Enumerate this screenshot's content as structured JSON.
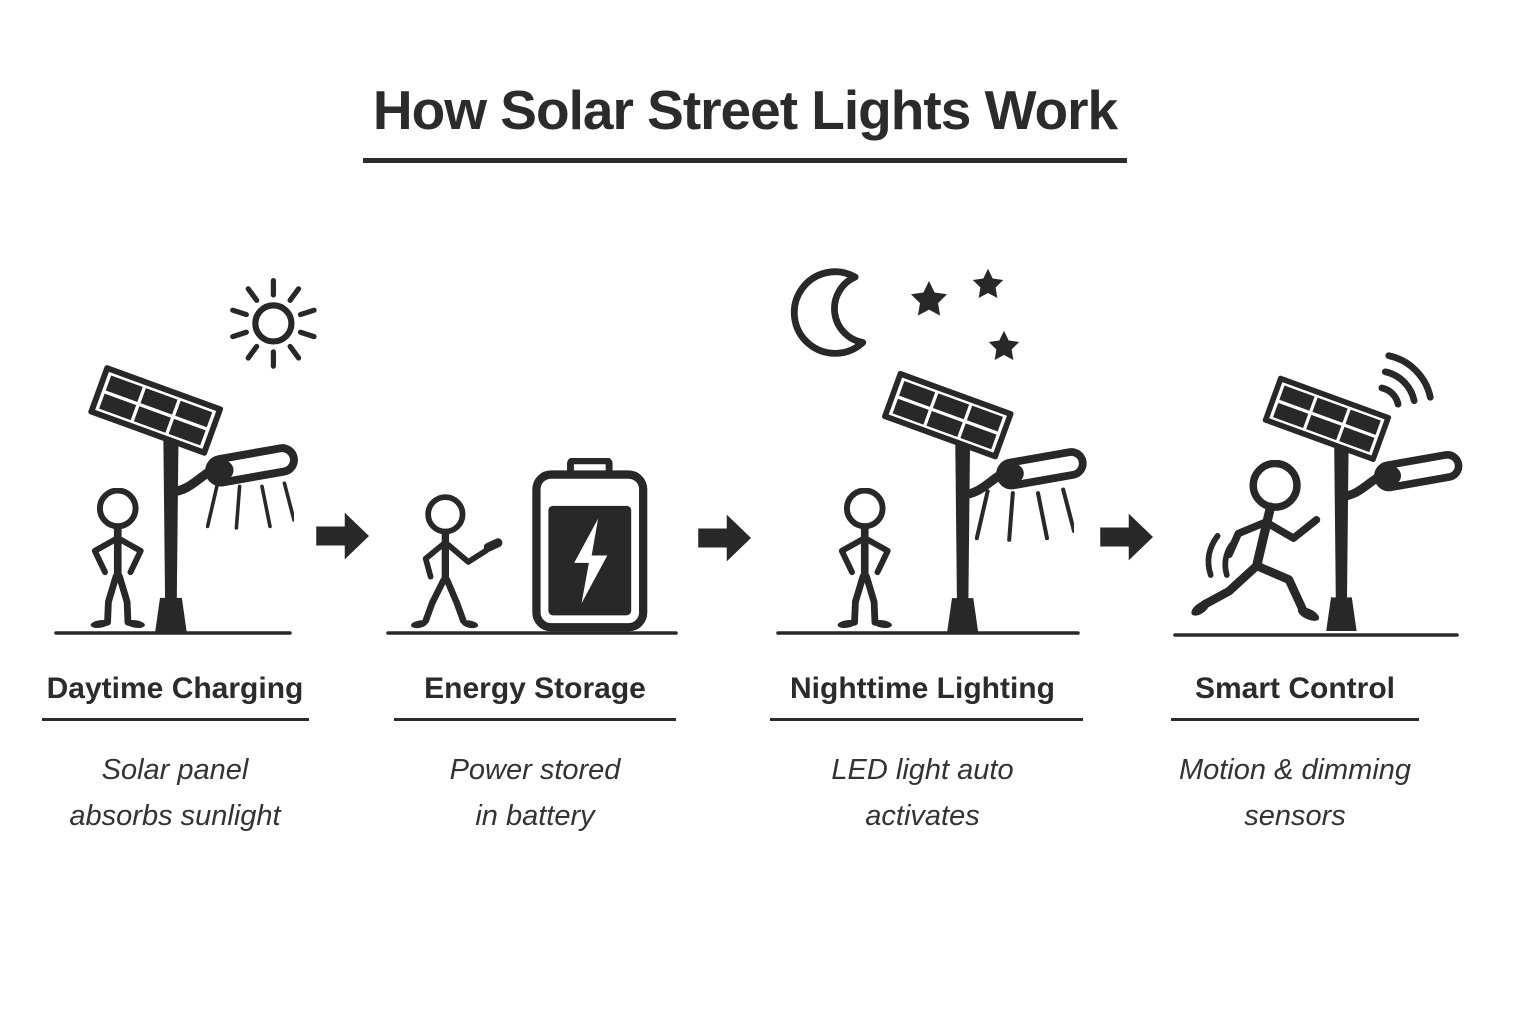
{
  "title": "How Solar Street Lights Work",
  "steps": [
    {
      "heading": "Daytime Charging",
      "description": [
        "Solar panel",
        "absorbs sunlight"
      ],
      "icons": [
        "sun-icon",
        "solar-street-light-icon",
        "light-rays-icon",
        "person-standing-icon",
        "ground-line"
      ]
    },
    {
      "heading": "Energy Storage",
      "description": [
        "Power stored",
        "in battery"
      ],
      "icons": [
        "person-gesturing-icon",
        "battery-charging-icon",
        "lightning-bolt-icon",
        "ground-line"
      ]
    },
    {
      "heading": "Nighttime Lighting",
      "description": [
        "LED light auto",
        "activates"
      ],
      "icons": [
        "moon-icon",
        "star-icon",
        "solar-street-light-icon",
        "light-rays-icon",
        "person-standing-icon",
        "ground-line"
      ]
    },
    {
      "heading": "Smart Control",
      "description": [
        "Motion & dimming",
        "sensors"
      ],
      "icons": [
        "solar-street-light-icon",
        "wifi-signal-icon",
        "person-running-icon",
        "ground-line"
      ]
    }
  ],
  "connectors": [
    "arrow-right-icon",
    "arrow-right-icon",
    "arrow-right-icon"
  ],
  "colors": {
    "ink": "#282828",
    "text": "#2e2e2e",
    "background": "#ffffff"
  }
}
